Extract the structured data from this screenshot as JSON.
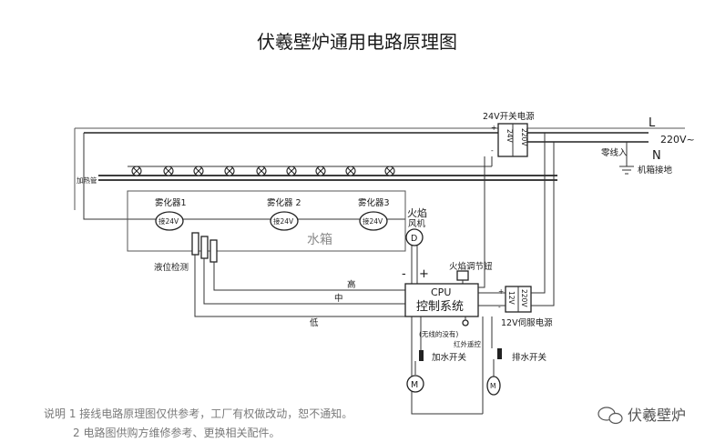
{
  "title": "伏羲壁炉通用电路原理图",
  "labels": {
    "psu24": "24V开关电源",
    "psu24_in": "220V",
    "psu24_out": "24V",
    "line_l": "L",
    "line_n": "N",
    "voltage": "220V~",
    "neutral_in": "零线入",
    "ground": "机箱接地",
    "heater": "加热管",
    "atomizer1": "雾化器1",
    "atomizer2": "雾化器 2",
    "atomizer3": "雾化器3",
    "atom_v": "接24V",
    "tank": "水箱",
    "flame_fan_1": "火焰",
    "flame_fan_2": "风机",
    "fan_symbol": "D",
    "level": "液位检测",
    "high": "高",
    "mid": "中",
    "low": "低",
    "minus": "-",
    "plus": "+",
    "flame_knob": "火焰调节钮",
    "cpu_1": "CPU",
    "cpu_2": "控制系统",
    "psu12_in": "220V",
    "psu12_out": "12V",
    "psu12": "12V伺服电源",
    "remote_1": "(无线的没有)",
    "remote_2": "红外遥控",
    "fill_switch": "加水开关",
    "drain_switch": "排水开关",
    "motor": "M",
    "note1": "说明 1 接线电路原理图仅供参考，工厂有权做改动，恕不通知。",
    "note2": "2 电路图供购方维修参考、更换相关配件。",
    "watermark": "伏羲壁炉"
  }
}
